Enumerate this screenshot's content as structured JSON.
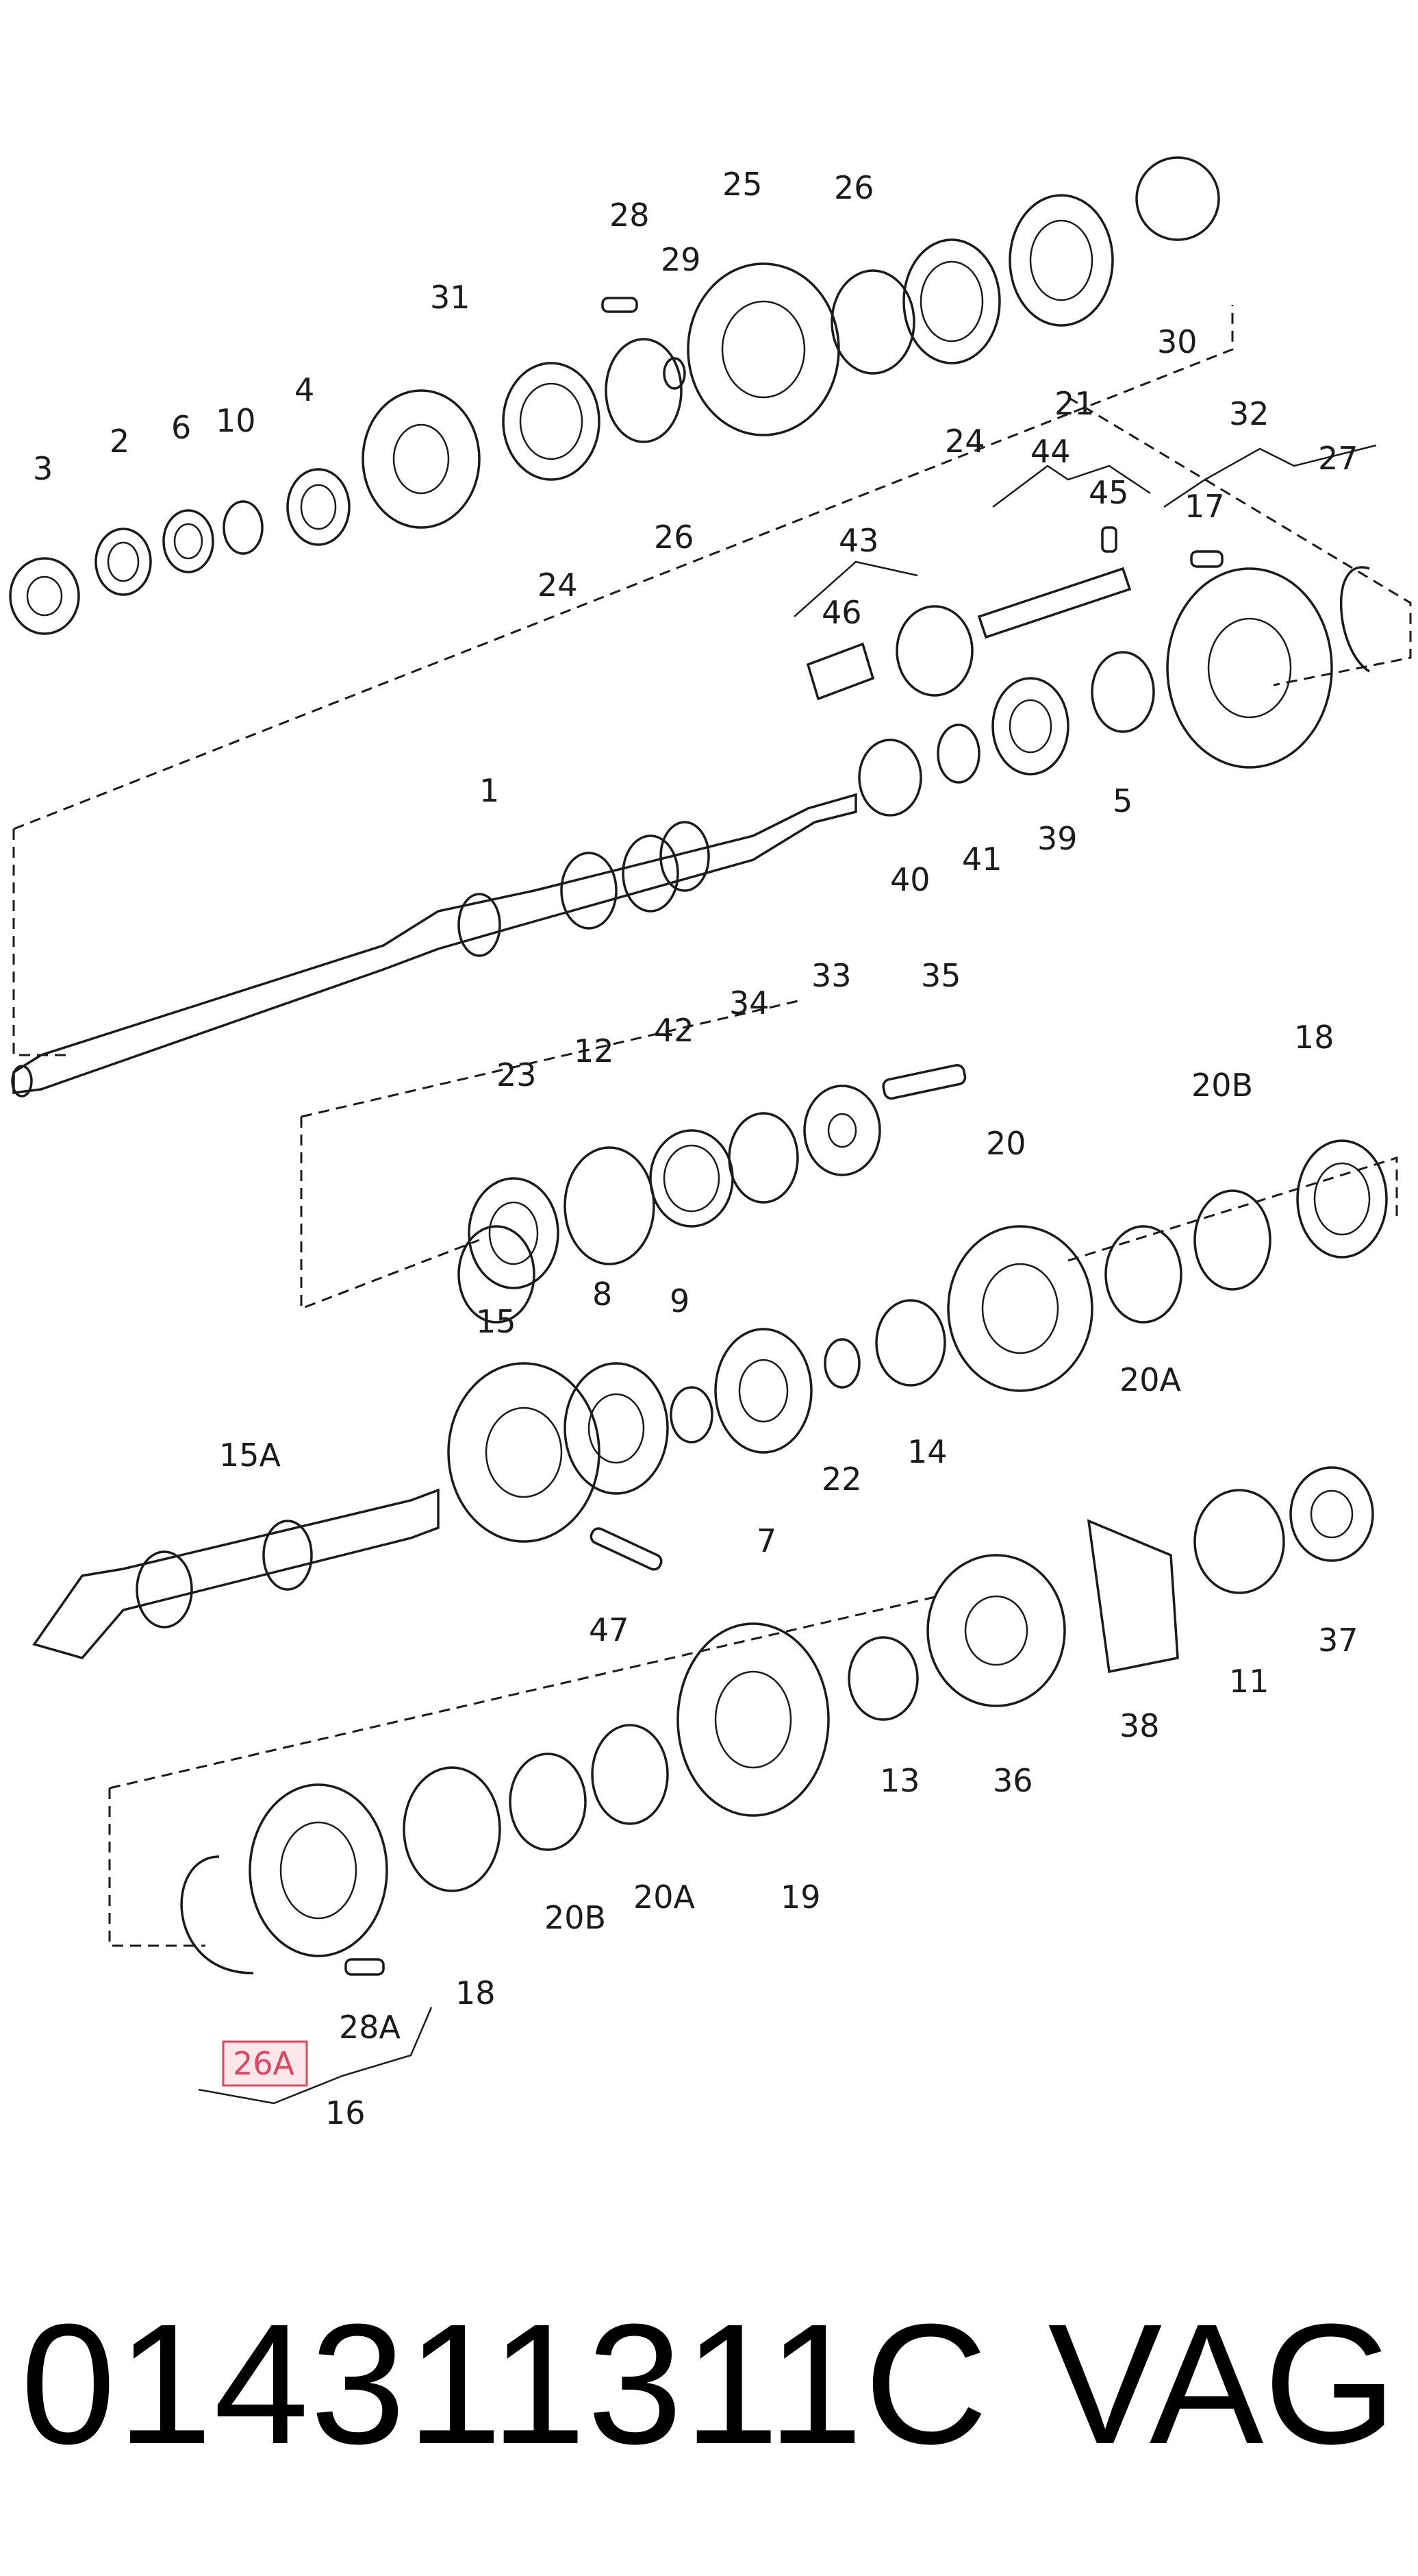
{
  "diagram": {
    "labels": {
      "l1": "1",
      "l2": "2",
      "l3": "3",
      "l4": "4",
      "l5": "5",
      "l6": "6",
      "l7": "7",
      "l8": "8",
      "l9": "9",
      "l10": "10",
      "l11": "11",
      "l12": "12",
      "l13": "13",
      "l14": "14",
      "l15": "15",
      "l15A": "15A",
      "l16": "16",
      "l17": "17",
      "l18a": "18",
      "l18b": "18",
      "l19": "19",
      "l20": "20",
      "l20Aa": "20A",
      "l20Ab": "20A",
      "l20Ba": "20B",
      "l20Bb": "20B",
      "l21": "21",
      "l22": "22",
      "l23": "23",
      "l24a": "24",
      "l24b": "24",
      "l25": "25",
      "l26a": "26",
      "l26b": "26",
      "l26A": "26A",
      "l27": "27",
      "l28": "28",
      "l28A": "28A",
      "l29": "29",
      "l30": "30",
      "l31": "31",
      "l32": "32",
      "l33": "33",
      "l34": "34",
      "l35": "35",
      "l36": "36",
      "l37": "37",
      "l38": "38",
      "l39": "39",
      "l40": "40",
      "l41": "41",
      "l42": "42",
      "l43": "43",
      "l44": "44",
      "l45": "45",
      "l46": "46",
      "l47": "47"
    },
    "highlighted_label": "26A",
    "highlight_color": "#d9485f"
  },
  "footer": {
    "part_number": "014311311C",
    "brand": "VAG"
  }
}
